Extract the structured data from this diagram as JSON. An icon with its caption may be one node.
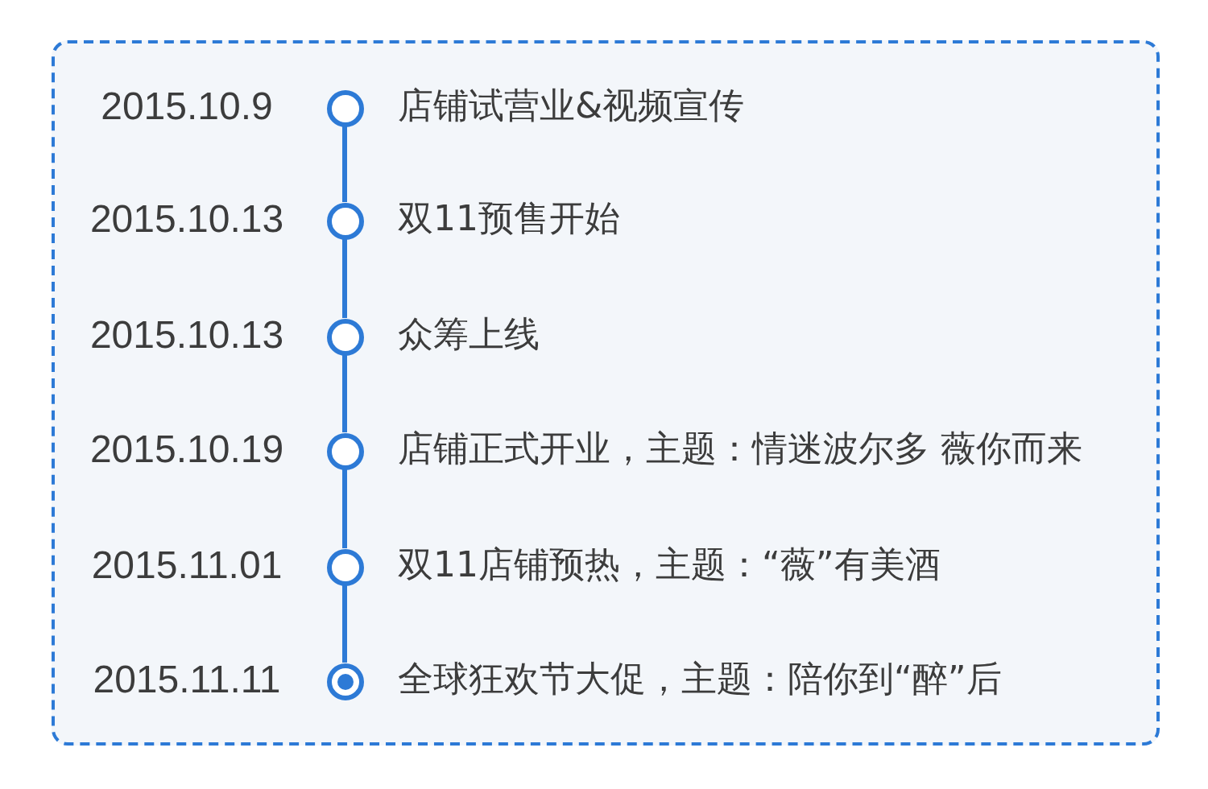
{
  "diagram": {
    "nodes": [
      {
        "text": [],
        "shape": "box"
      },
      {
        "text": [],
        "shape": "circle",
        "in": 0,
        "beside": [
          "2015.10.9",
          "店铺试营业&视频宣传"
        ]
      },
      {
        "text": [],
        "shape": "circle",
        "in": 0,
        "beside": [
          "2015.10.13",
          "双11预售开始"
        ]
      },
      {
        "text": [],
        "shape": "circle",
        "in": 0,
        "beside": [
          "2015.10.13",
          "众筹上线"
        ]
      },
      {
        "text": [],
        "shape": "circle",
        "in": 0,
        "beside": [
          "2015.10.19",
          "店铺正式开业，主题：情迷波尔多 薇你而来"
        ]
      },
      {
        "text": [],
        "shape": "circle",
        "in": 0,
        "beside": [
          "2015.11.01",
          "双11店铺预热，主题：“薇”有美酒"
        ]
      },
      {
        "text": [],
        "shape": "bullseye",
        "in": 0,
        "beside": [
          "2015.11.11",
          "全球狂欢节大促，主题：陪你到“醉”后"
        ]
      }
    ],
    "edges": [
      {
        "from": 1,
        "to": 2,
        "arrow": "none"
      },
      {
        "from": 2,
        "to": 3,
        "arrow": "none"
      },
      {
        "from": 3,
        "to": 4,
        "arrow": "none"
      },
      {
        "from": 4,
        "to": 5,
        "arrow": "none"
      },
      {
        "from": 5,
        "to": 6,
        "arrow": "none"
      }
    ]
  }
}
